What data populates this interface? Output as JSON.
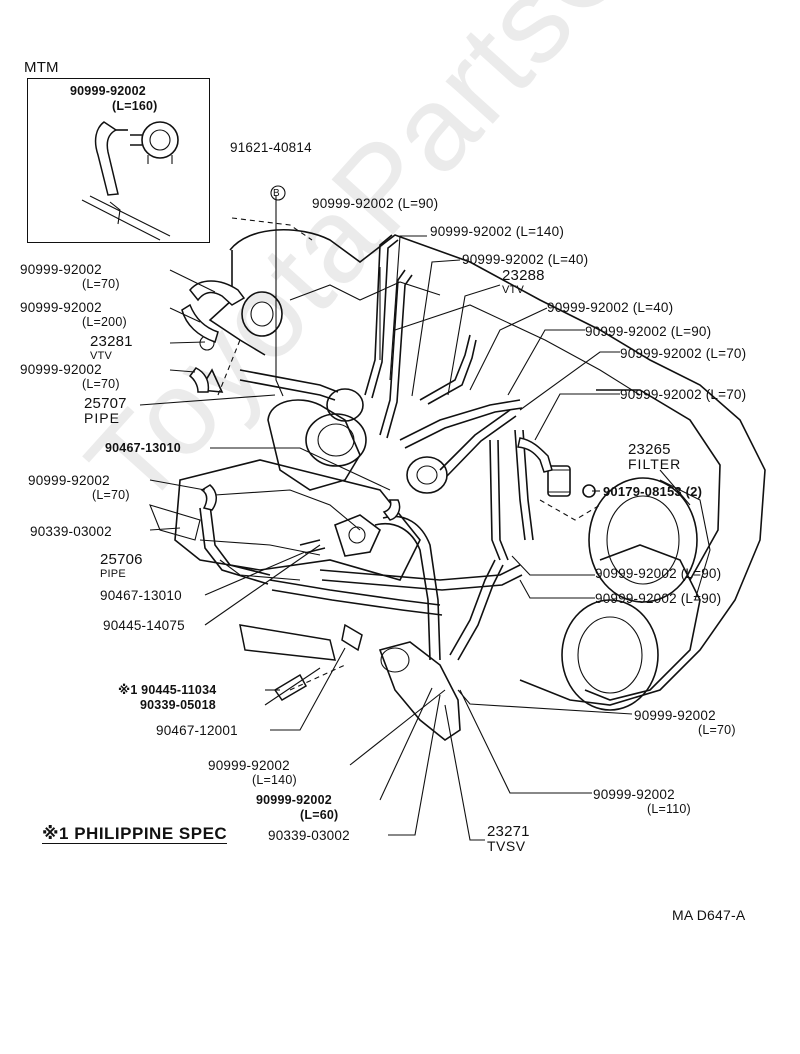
{
  "inset": {
    "title": "MTM",
    "part": "90999-92002",
    "length": "(L=160)"
  },
  "callouts": {
    "bolt": "91621-40814",
    "bolt_marker": "B",
    "h90_top": "90999-92002 (L=90)",
    "h140_top": "90999-92002 (L=140)",
    "h40_a": "90999-92002 (L=40)",
    "vtv_23288": "23288",
    "vtv_23288_sub": "VTV",
    "h40_b": "90999-92002 (L=40)",
    "h90_b": "90999-92002 (L=90)",
    "h70_r1": "90999-92002 (L=70)",
    "h70_r2": "90999-92002 (L=70)",
    "filter_no": "23265",
    "filter_name": "FILTER",
    "filter_screw": "90179-08153 (2)",
    "l_h70_a": "90999-92002",
    "l_h70_a_len": "(L=70)",
    "l_h200": "90999-92002",
    "l_h200_len": "(L=200)",
    "vtv_23281": "23281",
    "vtv_23281_sub": "VTV",
    "l_h70_b": "90999-92002",
    "l_h70_b_len": "(L=70)",
    "pipe_25707": "25707",
    "pipe_25707_sub": "PIPE",
    "clip_13010_a": "90467-13010",
    "l_h70_c": "90999-92002",
    "l_h70_c_len": "(L=70)",
    "clip_03002_a": "90339-03002",
    "pipe_25706": "25706",
    "pipe_25706_sub": "PIPE",
    "clip_13010_b": "90467-13010",
    "clip_14075": "90445-14075",
    "mark_11034": "※1 90445-11034",
    "clip_05018": "90339-05018",
    "clip_12001": "90467-12001",
    "m_h140": "90999-92002",
    "m_h140_len": "(L=140)",
    "m_h60": "90999-92002",
    "m_h60_len": "(L=60)",
    "clip_03002_b": "90339-03002",
    "r_h90_a": "90999-92002 (L=90)",
    "r_h90_b": "90999-92002 (L=90)",
    "r_h70": "90999-92002",
    "r_h70_len": "(L=70)",
    "r_h110": "90999-92002",
    "r_h110_len": "(L=110)",
    "tvsv_no": "23271",
    "tvsv_name": "TVSV"
  },
  "footnote": "※1 PHILIPPINE SPEC",
  "diagram_code": "MA D647-A",
  "watermark": "ToyotaPartsOnline.ru"
}
